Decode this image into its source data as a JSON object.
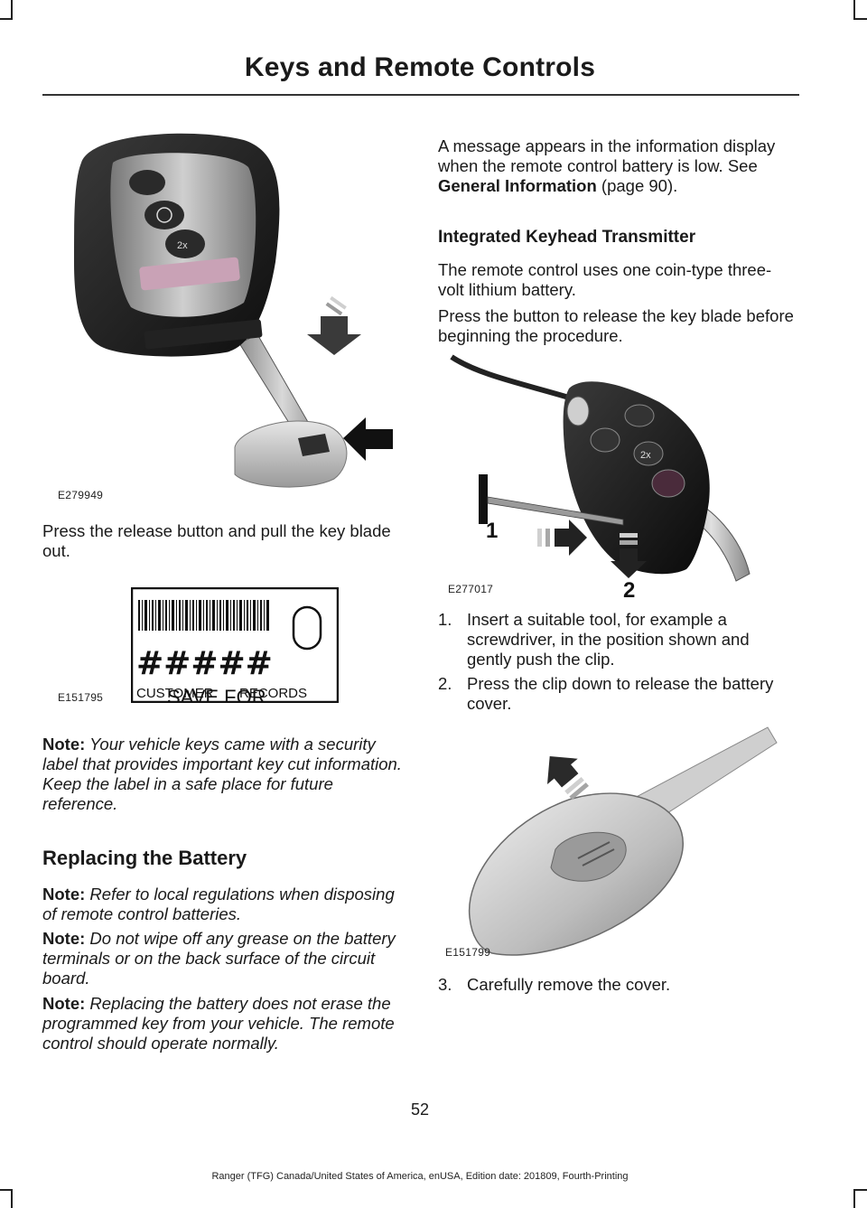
{
  "header": {
    "title": "Keys and Remote Controls"
  },
  "left": {
    "fig1_code": "E279949",
    "release_text": "Press the release button and pull the key blade out.",
    "fig2_code": "E151795",
    "label_card": {
      "hashes": "#####",
      "save_for": "SAVE FOR",
      "customer": "CUSTOMER",
      "records": "RECORDS"
    },
    "note1": {
      "lead": "Note:",
      "text": " Your vehicle keys came with a security label that provides important key cut information.  Keep the label in a safe place for future reference."
    },
    "section_title": "Replacing the Battery",
    "note2": {
      "lead": "Note:",
      "text": " Refer to local regulations when disposing of remote control batteries."
    },
    "note3": {
      "lead": "Note:",
      "text": " Do not wipe off any grease on the battery terminals or on the back surface of the circuit board."
    },
    "note4": {
      "lead": "Note:",
      "text": " Replacing the battery does not erase the programmed key from your vehicle.  The remote control should operate normally."
    }
  },
  "right": {
    "intro_a": "A message appears in the information display when the remote control battery is low.  See ",
    "intro_link": "General Information",
    "intro_b": " (page 90).",
    "subheading": "Integrated Keyhead Transmitter",
    "battery_text": "The remote control uses one coin-type three-volt lithium battery.",
    "press_text": "Press the button to release the key blade before beginning the procedure.",
    "fig3_code": "E277017",
    "fig3_label1": "1",
    "fig3_label2": "2",
    "steps": [
      {
        "num": "1.",
        "text": "Insert a suitable tool, for example a screwdriver, in the position shown and gently push the clip."
      },
      {
        "num": "2.",
        "text": "Press the clip down to release the battery cover."
      },
      {
        "num": "3.",
        "text": "Carefully remove the cover."
      }
    ],
    "fig4_code": "E151799"
  },
  "page_number": "52",
  "footer": "Ranger (TFG) Canada/United States of America, enUSA, Edition date: 201809, Fourth-Printing"
}
